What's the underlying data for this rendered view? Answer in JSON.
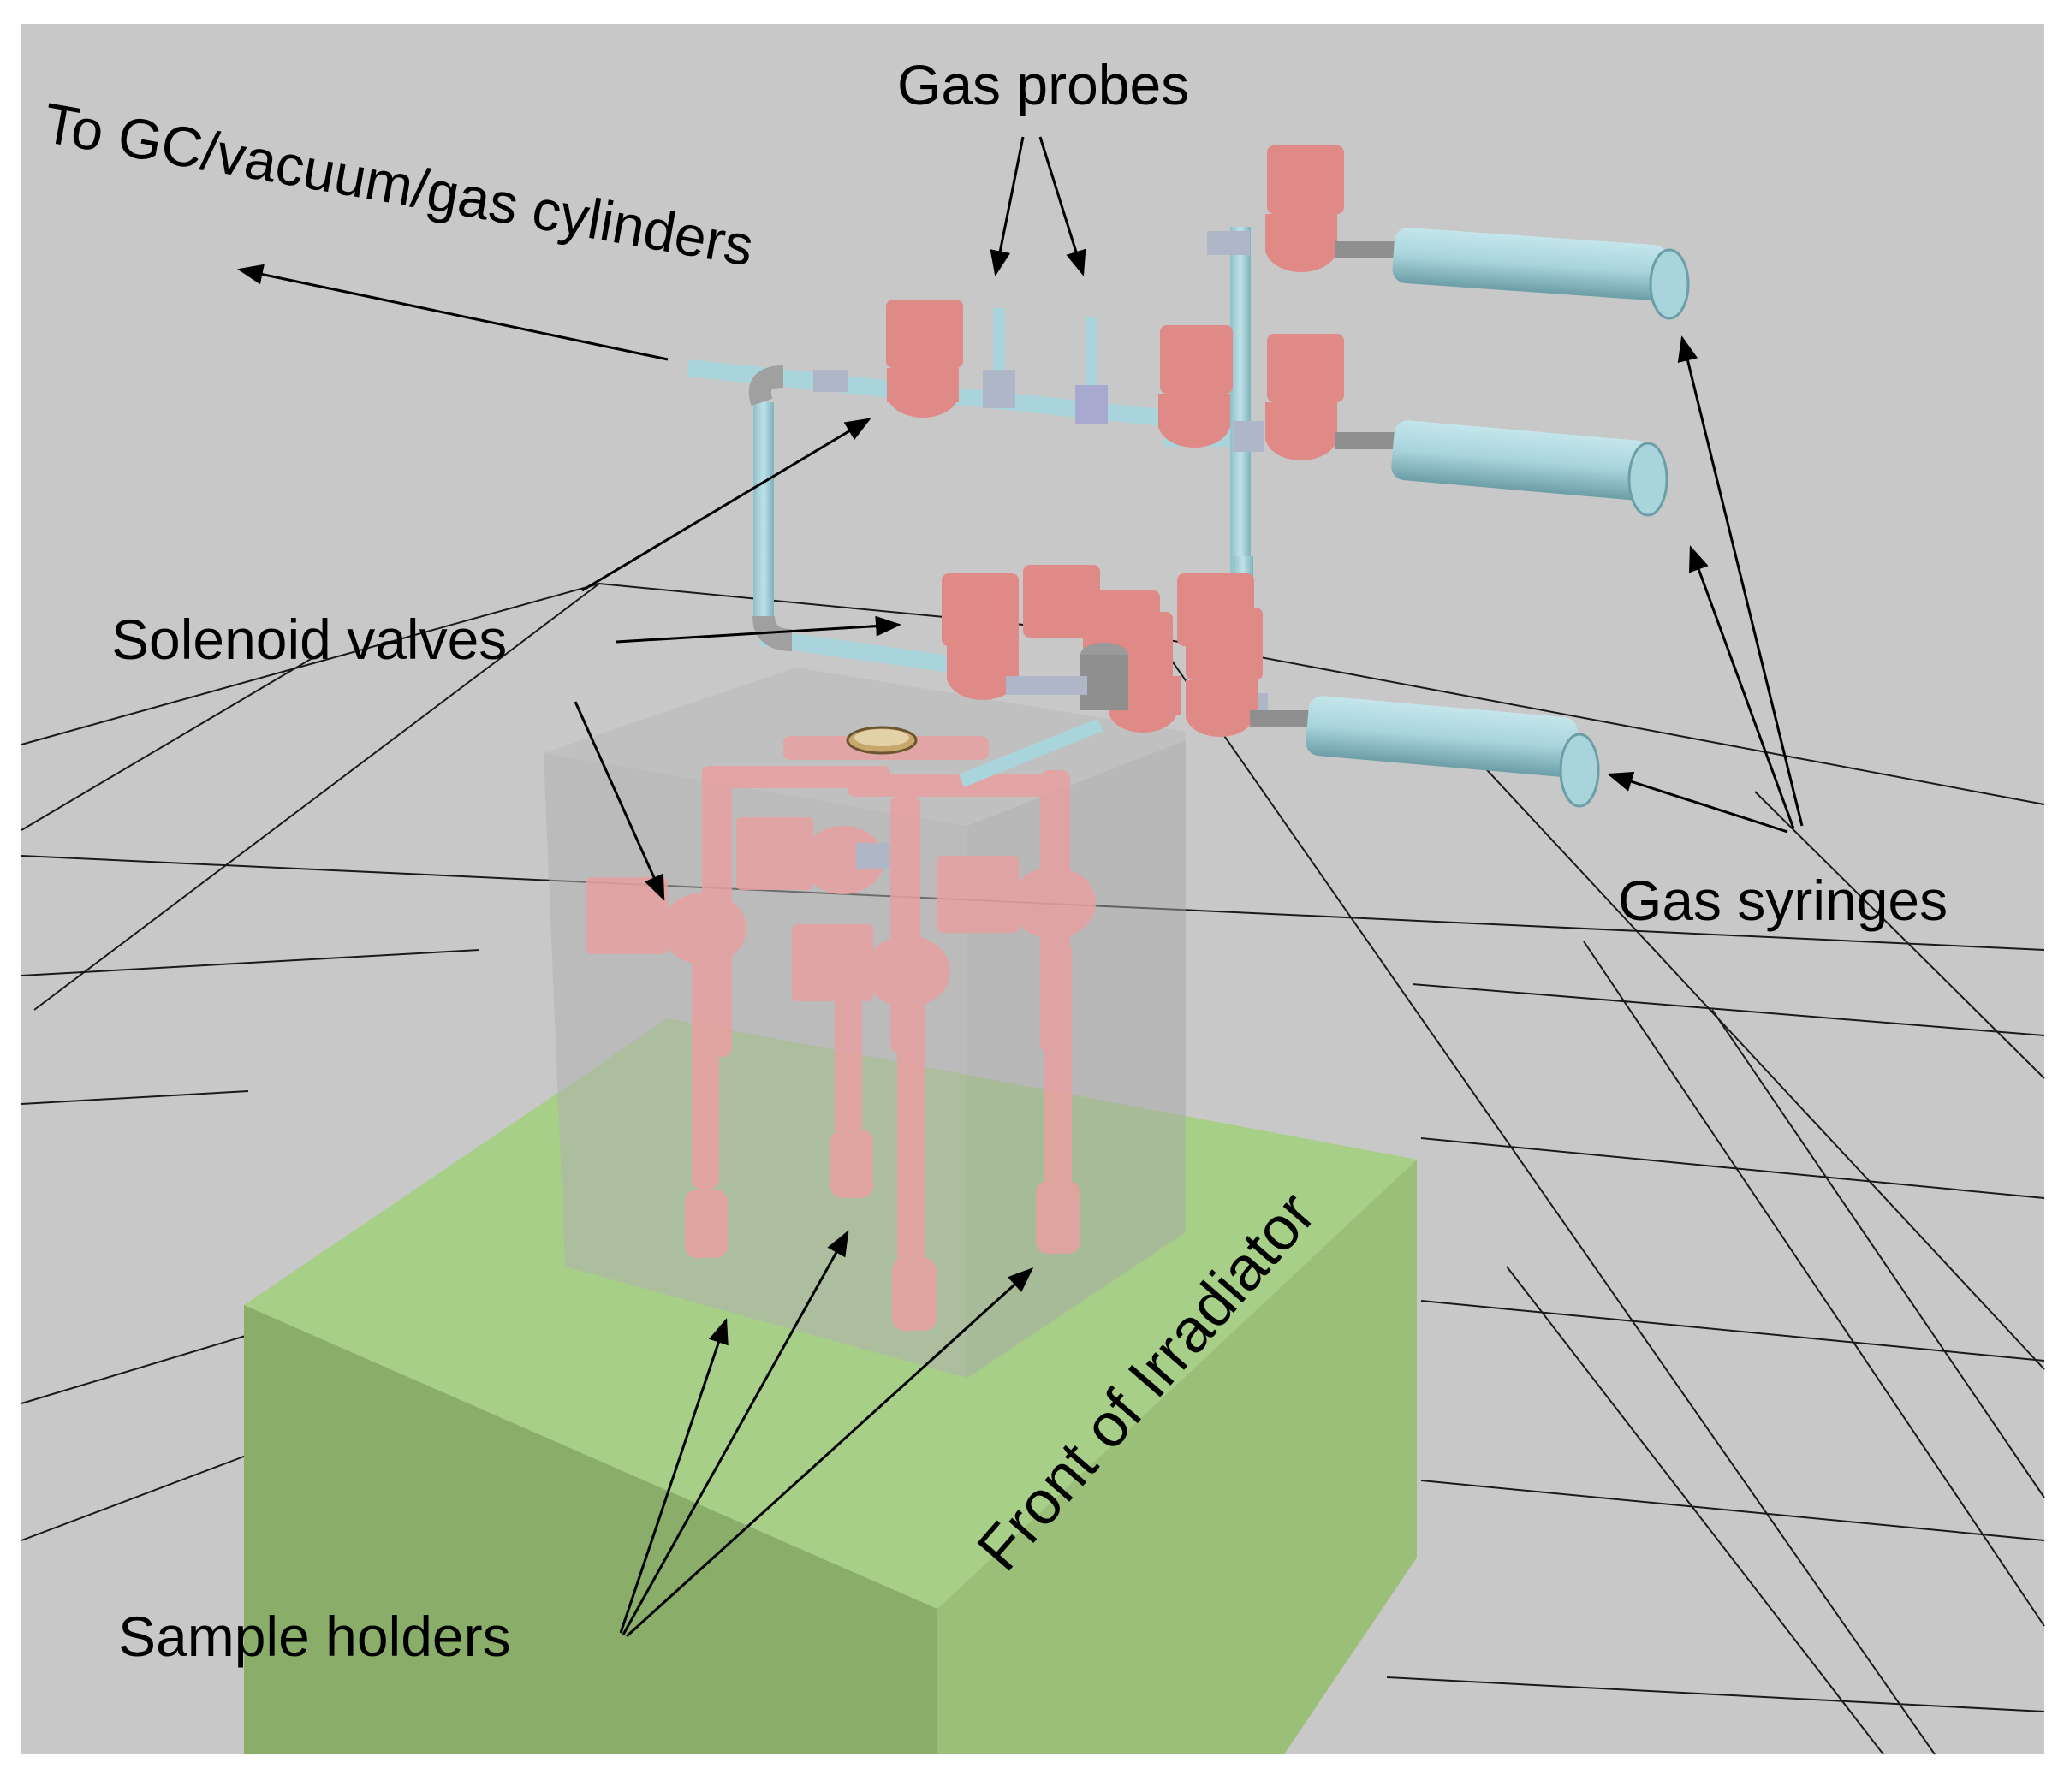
{
  "labels": {
    "to_gc": "To GC/vacuum/gas cylinders",
    "gas_probes": "Gas probes",
    "solenoid_valves": "Solenoid valves",
    "gas_syringes": "Gas syringes",
    "sample_holders": "Sample holders",
    "front_irradiator": "Front of Irradiator"
  },
  "colors": {
    "background": "#c8c8c8",
    "grid": "#1a1a1a",
    "valve": "#e08a88",
    "valve_dark": "#c56e6c",
    "pipe": "#a9d4dc",
    "pipe_dark": "#7fb2bd",
    "irradiator_top": "#a8cf88",
    "irradiator_front": "#8aad6a",
    "irradiator_side": "#9bbf78",
    "enclosure": "#b9b9b9",
    "holder": "#e8a0a0",
    "fitting": "#aeb6c8"
  }
}
